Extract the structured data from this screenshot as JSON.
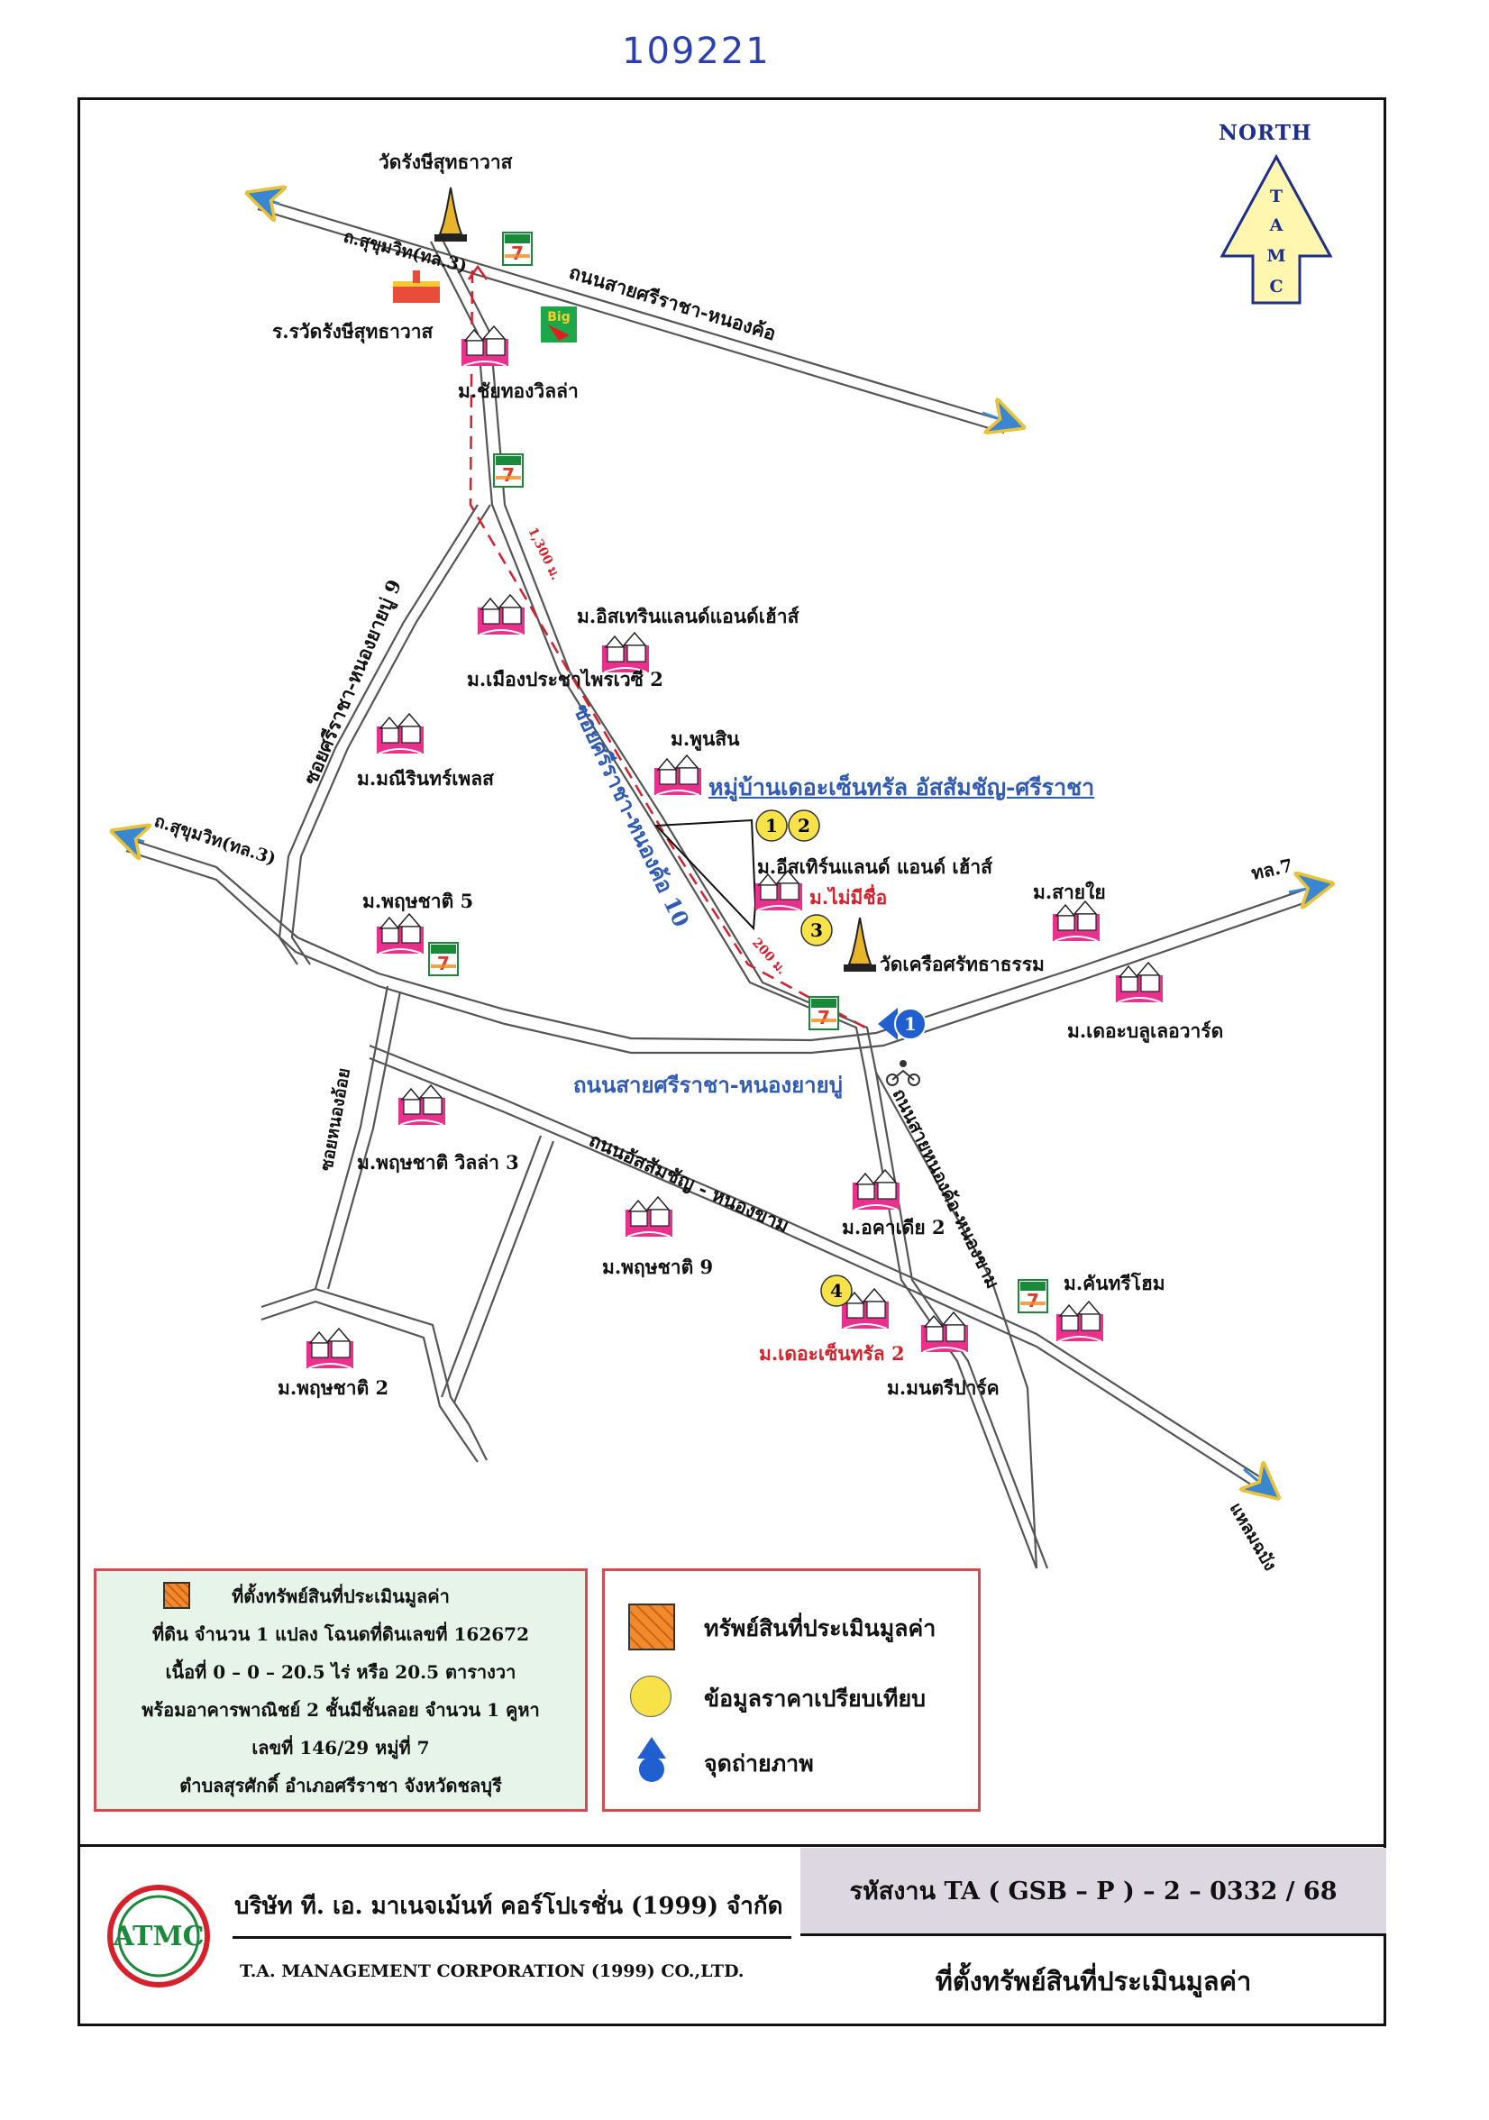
{
  "header": {
    "handwritten_number": "109221"
  },
  "north_arrow": {
    "label": "NORTH",
    "letters": [
      "T",
      "A",
      "M",
      "C"
    ]
  },
  "landmarks": {
    "temple_top": "วัดรังษีสุทธาวาส",
    "school": "ร.รวัดรังษีสุทธาวาส",
    "chaithong": "ม.ชัยทองวิลล่า",
    "eastern_land_1": "ม.อิสเทรินแลนด์แอนด์เฮ้าส์",
    "muang_prachai": "ม.เมืองประชาไพรเวซี 2",
    "manirin": "ม.มณีรินทร์เพลส",
    "poonsin": "ม.พูนสิน",
    "central_village": "หมู่บ้านเดอะเซ็นทรัล อัสสัมชัญ-ศรีราชา",
    "eastern_land_2": "ม.อีสเทิร์นแลนด์ แอนด์ เฮ้าส์",
    "no_name": "ม.ไม่มีชื่อ",
    "pruksa_5": "ม.พฤษชาติ 5",
    "sai_yai": "ม.สายใย",
    "wat_khrue": "วัดเครือศรัทธาธรรม",
    "the_blue": "ม.เดอะบลูเลอวาร์ด",
    "pruksa_villa_3": "ม.พฤษชาติ วิลล่า 3",
    "akadia_2": "ม.อคาเดีย 2",
    "pruksa_9": "ม.พฤษชาติ 9",
    "khantree": "ม.คันทรีโฮม",
    "central_2": "ม.เดอะเซ็นทรัล 2",
    "montree": "ม.มนตรีปาร์ค",
    "pruksa_2": "ม.พฤษชาติ 2"
  },
  "roads": {
    "sukhumvit_top": "ถ.สุขุมวิท(ทล.3)",
    "sriracha_nongkho_top": "ถนนสายศรีราชา-หนองค้อ",
    "soi_nongyaiboo_9": "ซอยศรีราชา-หนองยายบู่ 9",
    "soi_nongkho_10": "ซอยศรีราชา-หนองค้อ 10",
    "sukhumvit_mid": "ถ.สุขุมวิท(ทล.3)",
    "hwy7": "ทล.7",
    "sriracha_nongyaiboo": "ถนนสายศรีราชา-หนองยายบู่",
    "soi_nonghoi": "ซอยหนองอ้อย",
    "assumption_nongkham": "ถนนอัสสัมชัญ - หนองขาม",
    "nongkho_nongkham": "ถนนสายหนองค้อ-หนองขาม",
    "laemchabang": "แหลมฉบัง"
  },
  "distances": {
    "d1": "1,300 ม.",
    "d2": "200 ม."
  },
  "markers": {
    "m1": "1",
    "m2": "2",
    "m3": "3",
    "m4": "4",
    "photo": "1"
  },
  "legend_left": {
    "line1": "ที่ตั้งทรัพย์สินที่ประเมินมูลค่า",
    "line2": "ที่ดิน  จำนวน  1 แปลง  โฉนดที่ดินเลขที่ 162672",
    "line3": "เนื้อที่  0 – 0 – 20.5  ไร่  หรือ 20.5  ตารางวา",
    "line4": "พร้อมอาคารพาณิชย์ 2 ชั้นมีชั้นลอย จำนวน 1 คูหา",
    "line5": "เลขที่ 146/29 หมู่ที่ 7",
    "line6": "ตำบลสุรศักดิ์ อำเภอศรีราชา จังหวัดชลบุรี"
  },
  "legend_right": {
    "item_property": "ทรัพย์สินที่ประเมินมูลค่า",
    "item_compare": "ข้อมูลราคาเปรียบเทียบ",
    "item_photo": "จุดถ่ายภาพ"
  },
  "footer": {
    "logo_text": "ATMC",
    "company_th": "บริษัท  ที. เอ. มาเนจเม้นท์ คอร์โปเรชั่น (1999)  จำกัด",
    "company_en": "T.A. MANAGEMENT CORPORATION (1999) CO.,LTD.",
    "job_code": "รหัสงาน   TA ( GSB – P ) – 2 – 0332 / 68",
    "map_title": "ที่ตั้งทรัพย์สินที่ประเมินมูลค่า"
  },
  "colors": {
    "road": "#555555",
    "route": "#d8202a",
    "marker_yellow": "#f7e24a",
    "photo_blue": "#1f5fd0",
    "house_pink": "#e8308c",
    "legend_border": "#d84a52",
    "seven_green": "#1a8a3a"
  }
}
